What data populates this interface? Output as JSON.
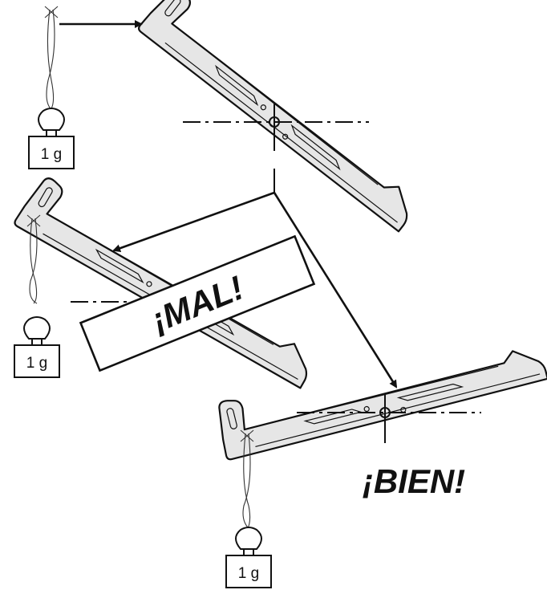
{
  "weights": [
    {
      "id": "top",
      "label": "1 g"
    },
    {
      "id": "middle",
      "label": "1 g"
    },
    {
      "id": "bottom",
      "label": "1 g"
    }
  ],
  "verdicts": {
    "wrong": "¡MAL!",
    "right": "¡BIEN!"
  },
  "colors": {
    "blade_fill": "#e6e6e6",
    "ink": "#111111",
    "background": "#ffffff"
  }
}
